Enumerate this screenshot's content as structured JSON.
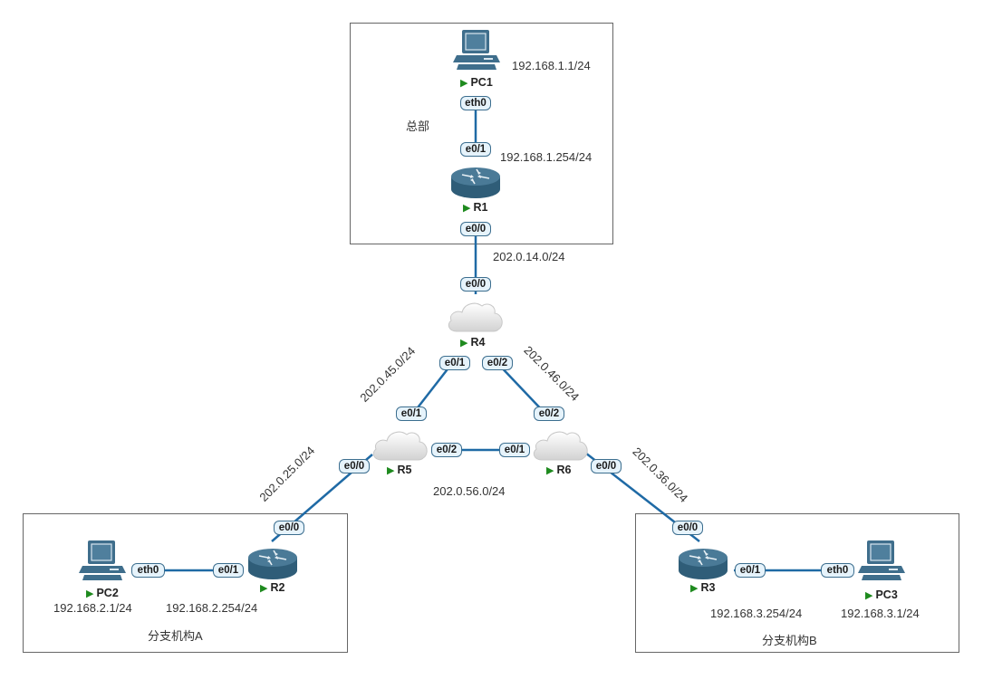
{
  "colors": {
    "link": "#1f6aa5",
    "device_body": "#3f6e8c",
    "port_fill": "#e6f3fb",
    "port_border": "#3c6e8f",
    "run_indicator": "#1e8a1e",
    "box_border": "#666666"
  },
  "areas": {
    "hq": {
      "label": "总部"
    },
    "branch_a": {
      "label": "分支机构A"
    },
    "branch_b": {
      "label": "分支机构B"
    }
  },
  "devices": {
    "pc1": {
      "name": "PC1",
      "type": "pc-icon",
      "ip": "192.168.1.1/24"
    },
    "r1": {
      "name": "R1",
      "type": "router-icon",
      "ip": "192.168.1.254/24"
    },
    "r4": {
      "name": "R4",
      "type": "cloud-icon"
    },
    "r5": {
      "name": "R5",
      "type": "cloud-icon"
    },
    "r6": {
      "name": "R6",
      "type": "cloud-icon"
    },
    "r2": {
      "name": "R2",
      "type": "router-icon",
      "ip": "192.168.2.254/24"
    },
    "pc2": {
      "name": "PC2",
      "type": "pc-icon",
      "ip": "192.168.2.1/24"
    },
    "r3": {
      "name": "R3",
      "type": "router-icon",
      "ip": "192.168.3.254/24"
    },
    "pc3": {
      "name": "PC3",
      "type": "pc-icon",
      "ip": "192.168.3.1/24"
    }
  },
  "ports": {
    "pc1_eth0": "eth0",
    "r1_e01": "e0/1",
    "r1_e00": "e0/0",
    "r4_e00": "e0/0",
    "r4_e01": "e0/1",
    "r4_e02": "e0/2",
    "r5_e01": "e0/1",
    "r5_e02": "e0/2",
    "r5_e00": "e0/0",
    "r6_e01": "e0/1",
    "r6_e02": "e0/2",
    "r6_e00": "e0/0",
    "r2_e00": "e0/0",
    "r2_e01": "e0/1",
    "pc2_eth0": "eth0",
    "r3_e00": "e0/0",
    "r3_e01": "e0/1",
    "pc3_eth0": "eth0"
  },
  "networks": {
    "r1_r4": "202.0.14.0/24",
    "r4_r5": "202.0.45.0/24",
    "r4_r6": "202.0.46.0/24",
    "r5_r6": "202.0.56.0/24",
    "r5_r2": "202.0.25.0/24",
    "r6_r3": "202.0.36.0/24"
  }
}
